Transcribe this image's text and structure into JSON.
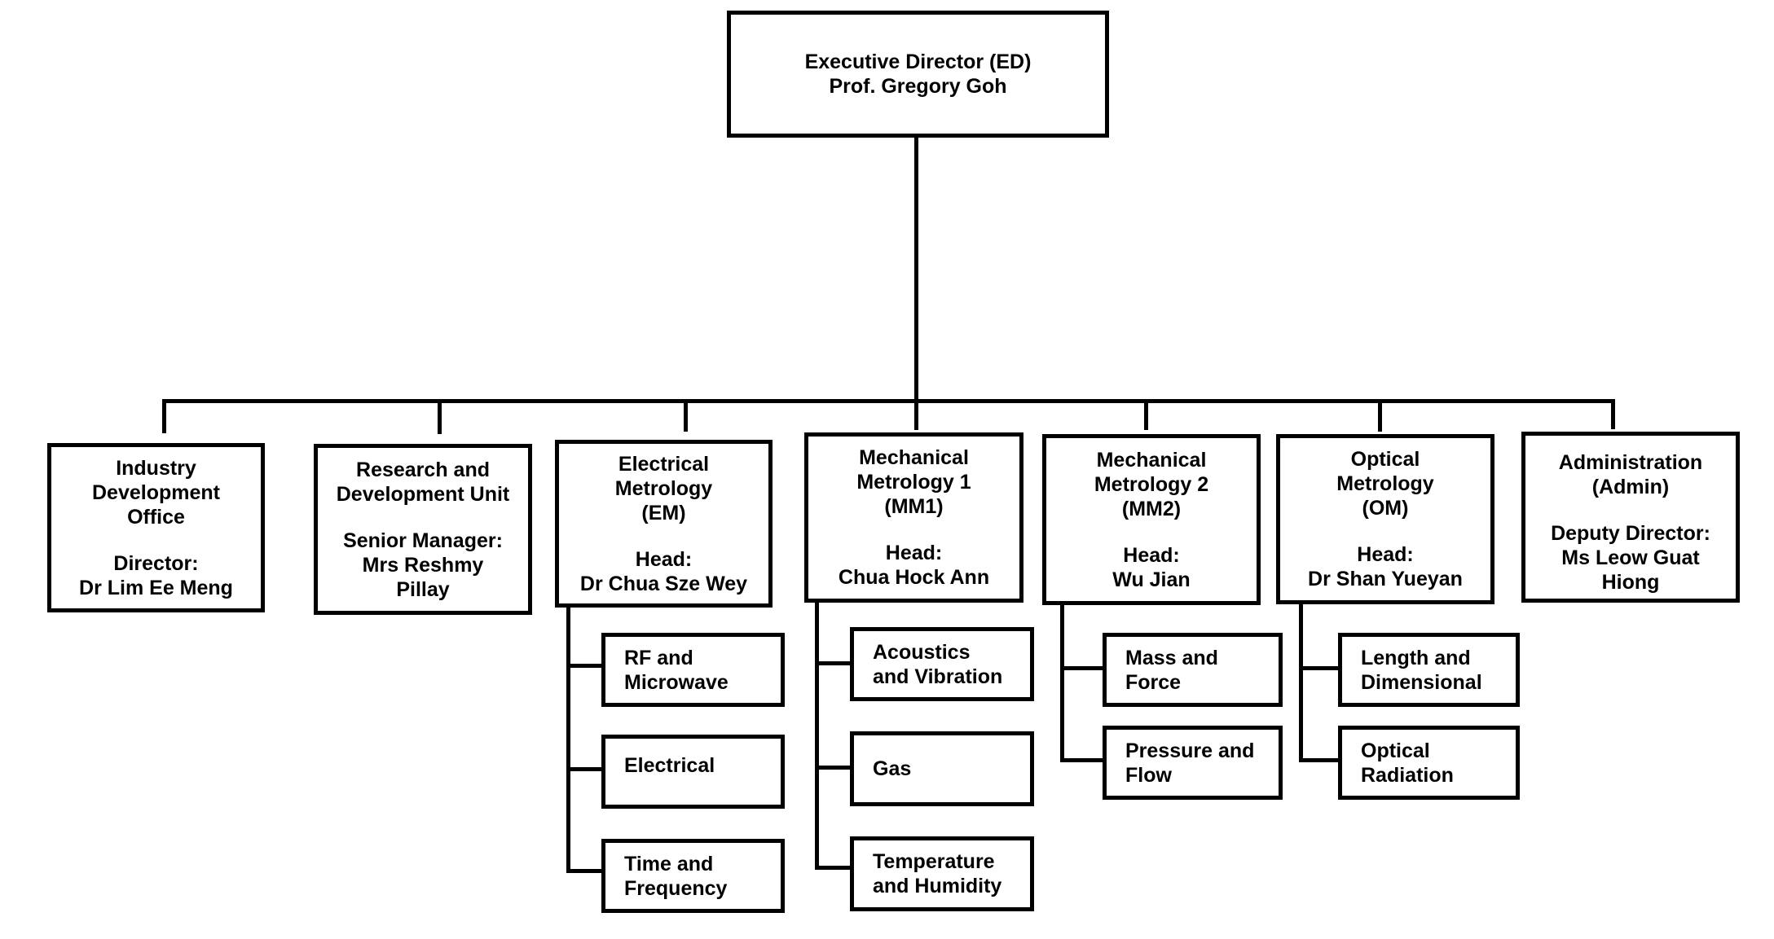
{
  "executive": {
    "title": "Executive Director (ED)",
    "name": "Prof. Gregory Goh"
  },
  "units": [
    {
      "name_lines": [
        "Industry",
        "Development",
        "Office"
      ],
      "role": "Director:",
      "person_lines": [
        "Dr Lim Ee Meng"
      ],
      "sections": []
    },
    {
      "name_lines": [
        "Research and",
        "Development Unit"
      ],
      "role": "Senior Manager:",
      "person_lines": [
        "Mrs Reshmy",
        "Pillay"
      ],
      "sections": []
    },
    {
      "name_lines": [
        "Electrical",
        "Metrology",
        "(EM)"
      ],
      "role": "Head:",
      "person_lines": [
        "Dr Chua Sze Wey"
      ],
      "sections": [
        {
          "lines": [
            "RF and",
            "Microwave"
          ]
        },
        {
          "lines": [
            "Electrical"
          ]
        },
        {
          "lines": [
            "Time and",
            "Frequency"
          ]
        }
      ]
    },
    {
      "name_lines": [
        "Mechanical",
        "Metrology 1",
        "(MM1)"
      ],
      "role": "Head:",
      "person_lines": [
        "Chua Hock Ann"
      ],
      "sections": [
        {
          "lines": [
            "Acoustics",
            "and Vibration"
          ]
        },
        {
          "lines": [
            "Gas"
          ]
        },
        {
          "lines": [
            "Temperature",
            "and Humidity"
          ]
        }
      ]
    },
    {
      "name_lines": [
        "Mechanical",
        "Metrology 2",
        "(MM2)"
      ],
      "role": "Head:",
      "person_lines": [
        "Wu Jian"
      ],
      "sections": [
        {
          "lines": [
            "Mass and",
            "Force"
          ]
        },
        {
          "lines": [
            "Pressure and",
            "Flow"
          ]
        }
      ]
    },
    {
      "name_lines": [
        "Optical",
        "Metrology",
        "(OM)"
      ],
      "role": "Head:",
      "person_lines": [
        "Dr Shan Yueyan"
      ],
      "sections": [
        {
          "lines": [
            "Length and",
            "Dimensional"
          ]
        },
        {
          "lines": [
            "Optical",
            "Radiation"
          ]
        }
      ]
    },
    {
      "name_lines": [
        "Administration",
        "(Admin)"
      ],
      "role": "Deputy Director:",
      "person_lines": [
        "Ms Leow Guat",
        "Hiong"
      ],
      "sections": []
    }
  ]
}
